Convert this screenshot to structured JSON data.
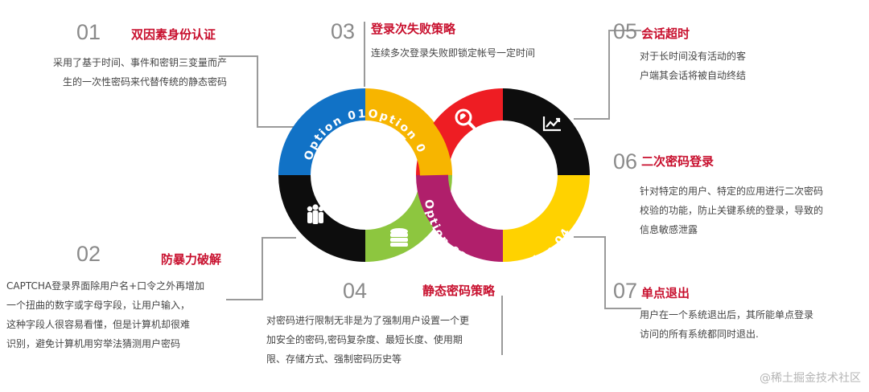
{
  "colors": {
    "blue": "#1172c6",
    "orange": "#f7b500",
    "black": "#0d0d0d",
    "green": "#8dc63f",
    "red": "#ee1d23",
    "magenta": "#b01f6b",
    "yellow": "#ffd200",
    "accent": "#c8102e"
  },
  "ring_left": {
    "option1": "Option 01",
    "option2": "Option 02",
    "icons": [
      "people-icon",
      "database-icon"
    ]
  },
  "ring_right": {
    "option3": "Option 03",
    "option4": "Option 04",
    "icons": [
      "globe-search-icon",
      "chart-up-icon"
    ]
  },
  "items": [
    {
      "num": "01",
      "title": "双因素身份认证",
      "lines": [
        "采用了基于时间、事件和密钥三变量而产",
        "生的一次性密码来代替传统的静态密码"
      ]
    },
    {
      "num": "02",
      "title": "防暴力破解",
      "lines": [
        "CAPTCHA登录界面除用户名+口令之外再增加",
        "一个扭曲的数字或字母字段，让用户输入，",
        "这种字段人很容易看懂，但是计算机却很难",
        "识别，避免计算机用穷举法猜测用户密码"
      ]
    },
    {
      "num": "03",
      "title": "登录次失败策略",
      "lines": [
        "连续多次登录失败即锁定帐号一定时间"
      ]
    },
    {
      "num": "04",
      "title": "静态密码策略",
      "lines": [
        "对密码进行限制无非是为了强制用户设置一个更",
        "加安全的密码,密码复杂度、最短长度、使用期",
        "限、存储方式、强制密码历史等"
      ]
    },
    {
      "num": "05",
      "title": "会话超时",
      "lines": [
        "对于长时间没有活动的客",
        "户端其会话将被自动终结"
      ]
    },
    {
      "num": "06",
      "title": "二次密码登录",
      "lines": [
        "针对特定的用户、特定的应用进行二次密码",
        "校验的功能，防止关键系统的登录，导致的",
        "信息敏感泄露"
      ]
    },
    {
      "num": "07",
      "title": "单点退出",
      "lines": [
        "用户在一个系统退出后，其所能单点登录",
        "访问的所有系统都同时退出."
      ]
    }
  ],
  "watermark": "@稀土掘金技术社区"
}
